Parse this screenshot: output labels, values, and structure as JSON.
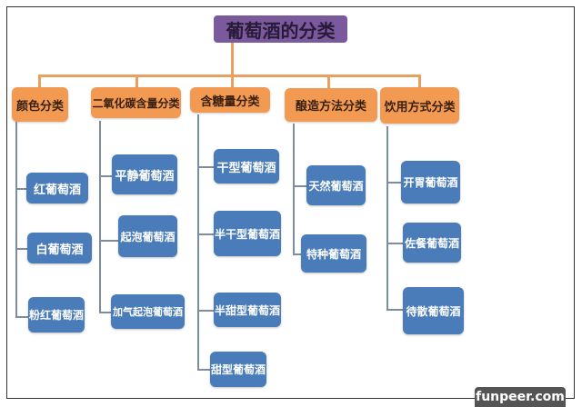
{
  "title": "葡萄酒的分类",
  "categories": [
    {
      "label": "颜色分类",
      "items": [
        "红葡萄酒",
        "白葡萄酒",
        "粉红葡萄酒"
      ]
    },
    {
      "label": "二氧化碳含量分类",
      "items": [
        "平静葡萄酒",
        "起泡葡萄酒",
        "加气起泡葡萄酒"
      ]
    },
    {
      "label": "含糖量分类",
      "items": [
        "干型葡萄酒",
        "半干型葡萄酒",
        "半甜型葡萄酒",
        "甜型葡萄酒"
      ]
    },
    {
      "label": "酿造方法分类",
      "items": [
        "天然葡萄酒",
        "特种葡萄酒"
      ]
    },
    {
      "label": "饮用方式分类",
      "items": [
        "开胃葡萄酒",
        "佐餐葡萄酒",
        "待散葡萄酒"
      ]
    }
  ],
  "watermark": "funpeer.com",
  "colors": {
    "title": "#7a5a9c",
    "category": "#f29a52",
    "leaf": "#4a7cba"
  }
}
